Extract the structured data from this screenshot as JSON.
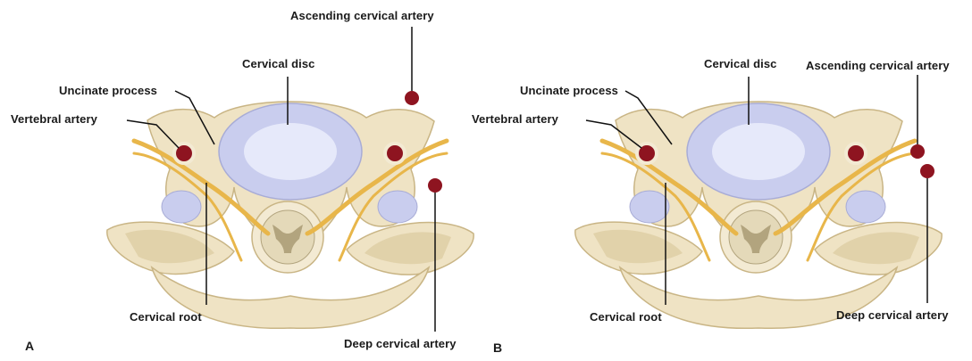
{
  "panels": [
    {
      "letter": "A",
      "labels": {
        "ascending_cervical_artery": "Ascending cervical artery",
        "cervical_disc": "Cervical disc",
        "uncinate_process": "Uncinate process",
        "vertebral_artery": "Vertebral artery",
        "cervical_root": "Cervical root",
        "deep_cervical_artery": "Deep cervical artery"
      }
    },
    {
      "letter": "B",
      "labels": {
        "ascending_cervical_artery": "Ascending cervical artery",
        "cervical_disc": "Cervical disc",
        "uncinate_process": "Uncinate process",
        "vertebral_artery": "Vertebral artery",
        "cervical_root": "Cervical root",
        "deep_cervical_artery": "Deep cervical artery"
      }
    }
  ],
  "colors": {
    "bone": "#efe3c4",
    "bone_shadow": "#d7c498",
    "disc": "#c9cdee",
    "disc_center": "#e6e9fa",
    "nerve": "#e8b64a",
    "artery": "#8e1420",
    "cord": "#b2a47e"
  }
}
